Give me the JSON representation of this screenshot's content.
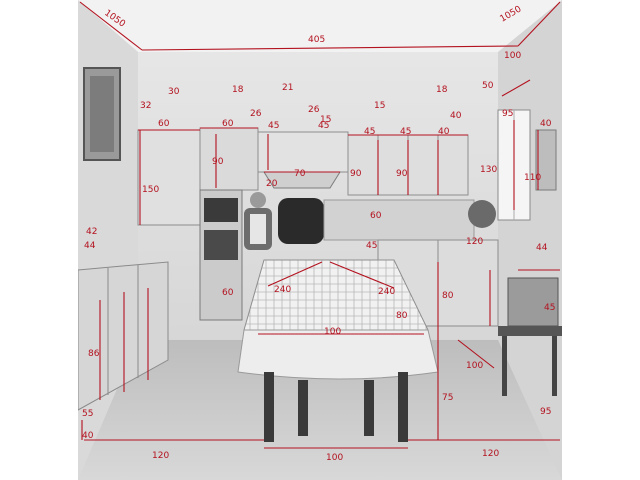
{
  "photo": {
    "subject": "kitchen interior with hand-drawn measurements",
    "style": "grayscale photograph with red ink annotations",
    "annotation_color": "#b3121f"
  },
  "measurements": {
    "ceiling_width": "405",
    "ceiling_left": "1050",
    "ceiling_right": "1050",
    "vase_left": "18",
    "vase_left_h": "26",
    "vase_mid": "21",
    "vase_mid_h": "26",
    "vase_right": "18",
    "vase_right_h": "40",
    "box_small": "15",
    "box_small_b": "15",
    "cab_1": "60",
    "cab_2": "60",
    "cab_3": "45",
    "cab_4": "45",
    "cab_5": "45",
    "cab_6": "45",
    "cab_7": "40",
    "h_150": "150",
    "h_90a": "90",
    "h_90b": "90",
    "h_90c": "90",
    "h_130": "130",
    "hood_w": "70",
    "hood_h": "20",
    "fridge_w": "60",
    "wall_d": "30",
    "wall_s": "32",
    "right_win_w": "100",
    "right_win_h": "95",
    "right_frame": "40",
    "right_frame_h": "50",
    "right_side": "110",
    "shelf_60": "60",
    "shelf_45": "45",
    "shelf_44": "44",
    "shelf_120": "120",
    "sink_80": "80",
    "table_240a": "240",
    "table_240b": "240",
    "table_100": "100",
    "table_80": "80",
    "table_75": "75",
    "chair_45": "45",
    "chair_100": "100",
    "chair_95": "95",
    "floor_left": "120",
    "floor_mid": "100",
    "floor_right": "120",
    "side_86": "86",
    "side_55": "55",
    "side_40": "40",
    "side_44": "44",
    "side_42": "42"
  }
}
